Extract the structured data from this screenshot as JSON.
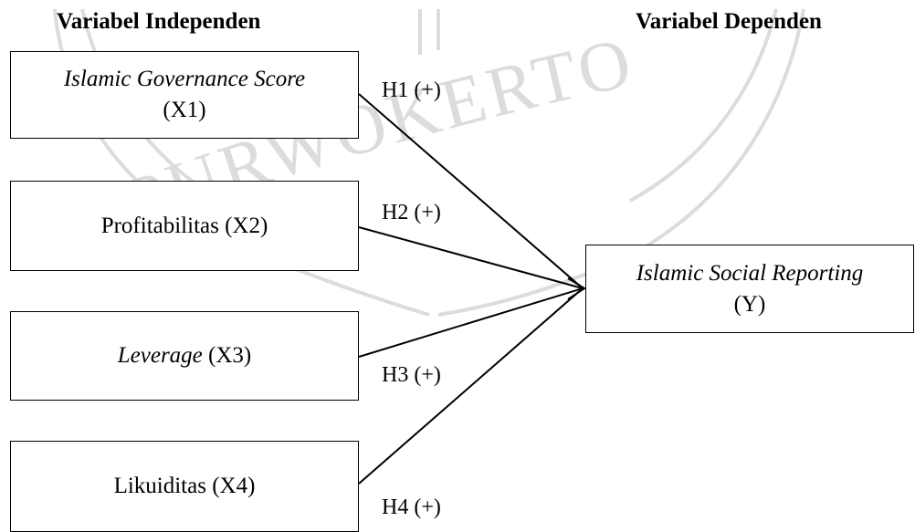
{
  "headings": {
    "independent": "Variabel Independen",
    "dependent": "Variabel Dependen"
  },
  "independent_vars": [
    {
      "name": "Islamic Governance Score",
      "code": "(X1)",
      "italic": true,
      "layout": "stacked"
    },
    {
      "name": "Profitabilitas",
      "code": "(X2)",
      "italic": false,
      "layout": "inline"
    },
    {
      "name": "Leverage",
      "code": "(X3)",
      "italic": true,
      "layout": "inline"
    },
    {
      "name": "Likuiditas",
      "code": "(X4)",
      "italic": false,
      "layout": "inline"
    }
  ],
  "dependent_var": {
    "name": "Islamic Social Reporting",
    "code": "(Y)",
    "italic": true
  },
  "hypotheses": [
    {
      "label": "H1 (+)",
      "from": "X1",
      "to": "Y"
    },
    {
      "label": "H2 (+)",
      "from": "X2",
      "to": "Y"
    },
    {
      "label": "H3 (+)",
      "from": "X3",
      "to": "Y"
    },
    {
      "label": "H4 (+)",
      "from": "X4",
      "to": "Y"
    }
  ],
  "watermark": {
    "text": "PURWOKERTO",
    "color": "#d6d6d6"
  }
}
